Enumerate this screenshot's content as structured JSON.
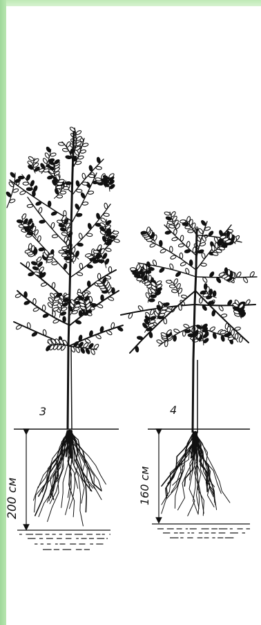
{
  "diagram": {
    "trees": [
      {
        "number": "3",
        "depth_label": "200 см"
      },
      {
        "number": "4",
        "depth_label": "160 см"
      }
    ],
    "colors": {
      "frame": "#a9dea2",
      "ink": "#111111",
      "background": "#ffffff"
    }
  }
}
